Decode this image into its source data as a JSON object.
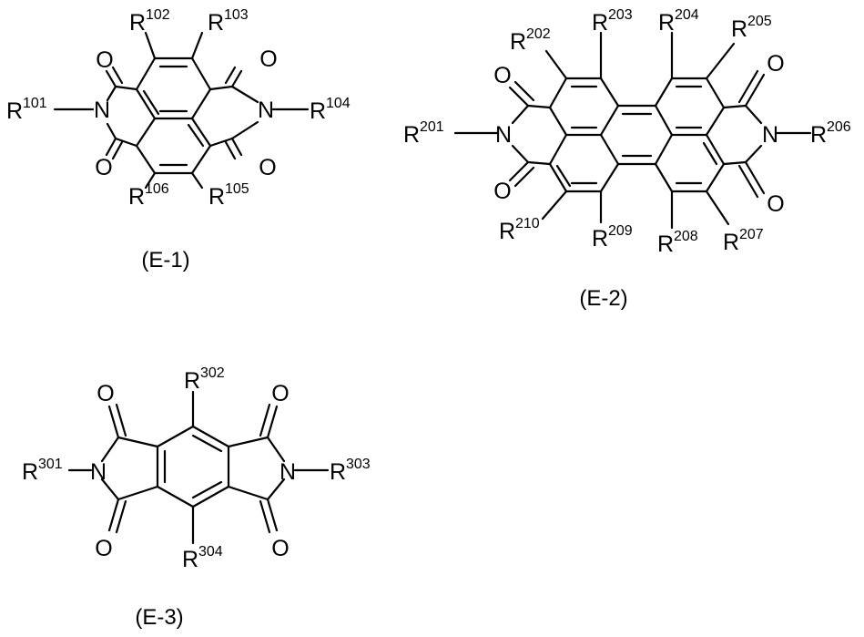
{
  "structures": {
    "e1": {
      "caption": "(E-1)",
      "atoms": {
        "n_left": "N",
        "n_right": "N",
        "o1": "O",
        "o2": "O",
        "o3": "O",
        "o4": "O"
      },
      "substituents": {
        "r101": {
          "base": "R",
          "sup": "101"
        },
        "r102": {
          "base": "R",
          "sup": "102"
        },
        "r103": {
          "base": "R",
          "sup": "103"
        },
        "r104": {
          "base": "R",
          "sup": "104"
        },
        "r105": {
          "base": "R",
          "sup": "105"
        },
        "r106": {
          "base": "R",
          "sup": "106"
        }
      }
    },
    "e2": {
      "caption": "(E-2)",
      "atoms": {
        "n_left": "N",
        "n_right": "N",
        "o1": "O",
        "o2": "O",
        "o3": "O",
        "o4": "O"
      },
      "substituents": {
        "r201": {
          "base": "R",
          "sup": "201"
        },
        "r202": {
          "base": "R",
          "sup": "202"
        },
        "r203": {
          "base": "R",
          "sup": "203"
        },
        "r204": {
          "base": "R",
          "sup": "204"
        },
        "r205": {
          "base": "R",
          "sup": "205"
        },
        "r206": {
          "base": "R",
          "sup": "206"
        },
        "r207": {
          "base": "R",
          "sup": "207"
        },
        "r208": {
          "base": "R",
          "sup": "208"
        },
        "r209": {
          "base": "R",
          "sup": "209"
        },
        "r210": {
          "base": "R",
          "sup": "210"
        }
      }
    },
    "e3": {
      "caption": "(E-3)",
      "atoms": {
        "n_left": "N",
        "n_right": "N",
        "o1": "O",
        "o2": "O",
        "o3": "O",
        "o4": "O"
      },
      "substituents": {
        "r301": {
          "base": "R",
          "sup": "301"
        },
        "r302": {
          "base": "R",
          "sup": "302"
        },
        "r303": {
          "base": "R",
          "sup": "303"
        },
        "r304": {
          "base": "R",
          "sup": "304"
        }
      }
    }
  }
}
